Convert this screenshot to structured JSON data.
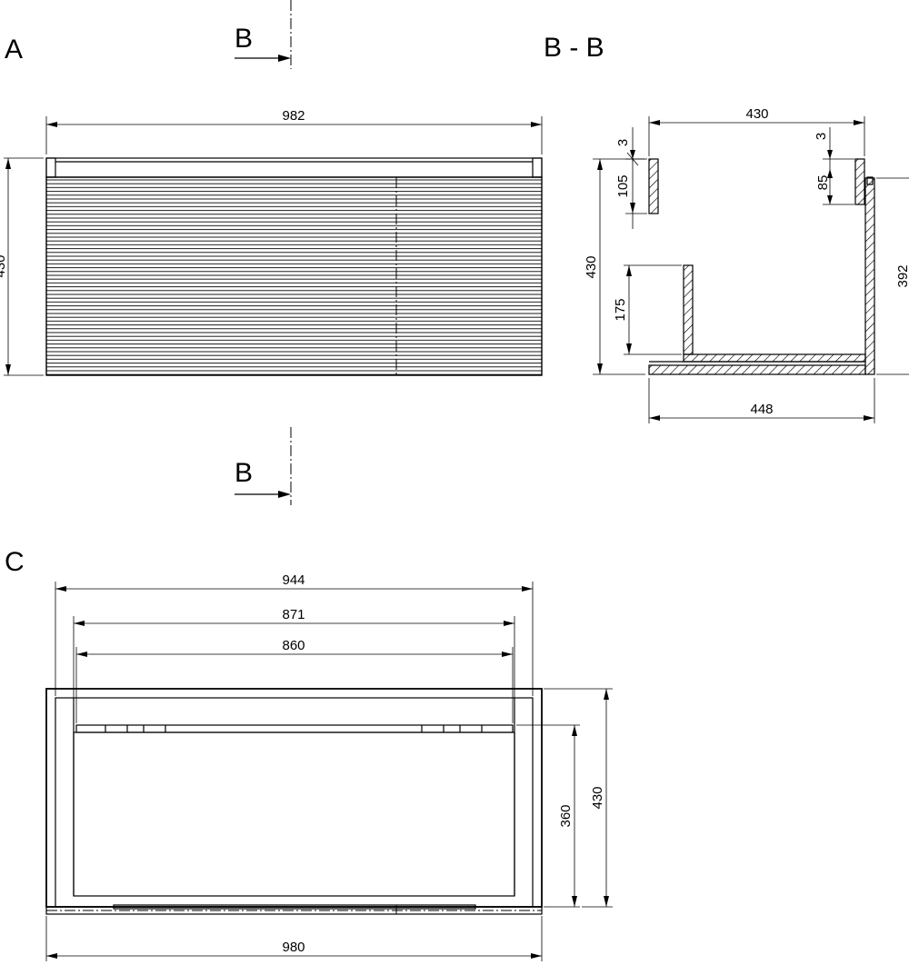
{
  "views": {
    "front": {
      "label": "A"
    },
    "section": {
      "label": "B - B"
    },
    "top": {
      "label": "C"
    }
  },
  "section_markers": {
    "top": "B",
    "bottom": "B"
  },
  "dimensions": {
    "front_width": "982",
    "front_height": "430",
    "section_depth_top": "430",
    "section_depth_bottom": "448",
    "section_height": "430",
    "section_top_gap_left": "3",
    "section_top_gap_right": "3",
    "section_rail_left": "105",
    "section_rail_right": "85",
    "section_back_height": "175",
    "section_side_height": "392",
    "top_width_outer": "944",
    "top_width_mid": "871",
    "top_width_inner": "860",
    "top_depth_inner": "360",
    "top_depth_outer": "430",
    "top_width_total": "980"
  }
}
